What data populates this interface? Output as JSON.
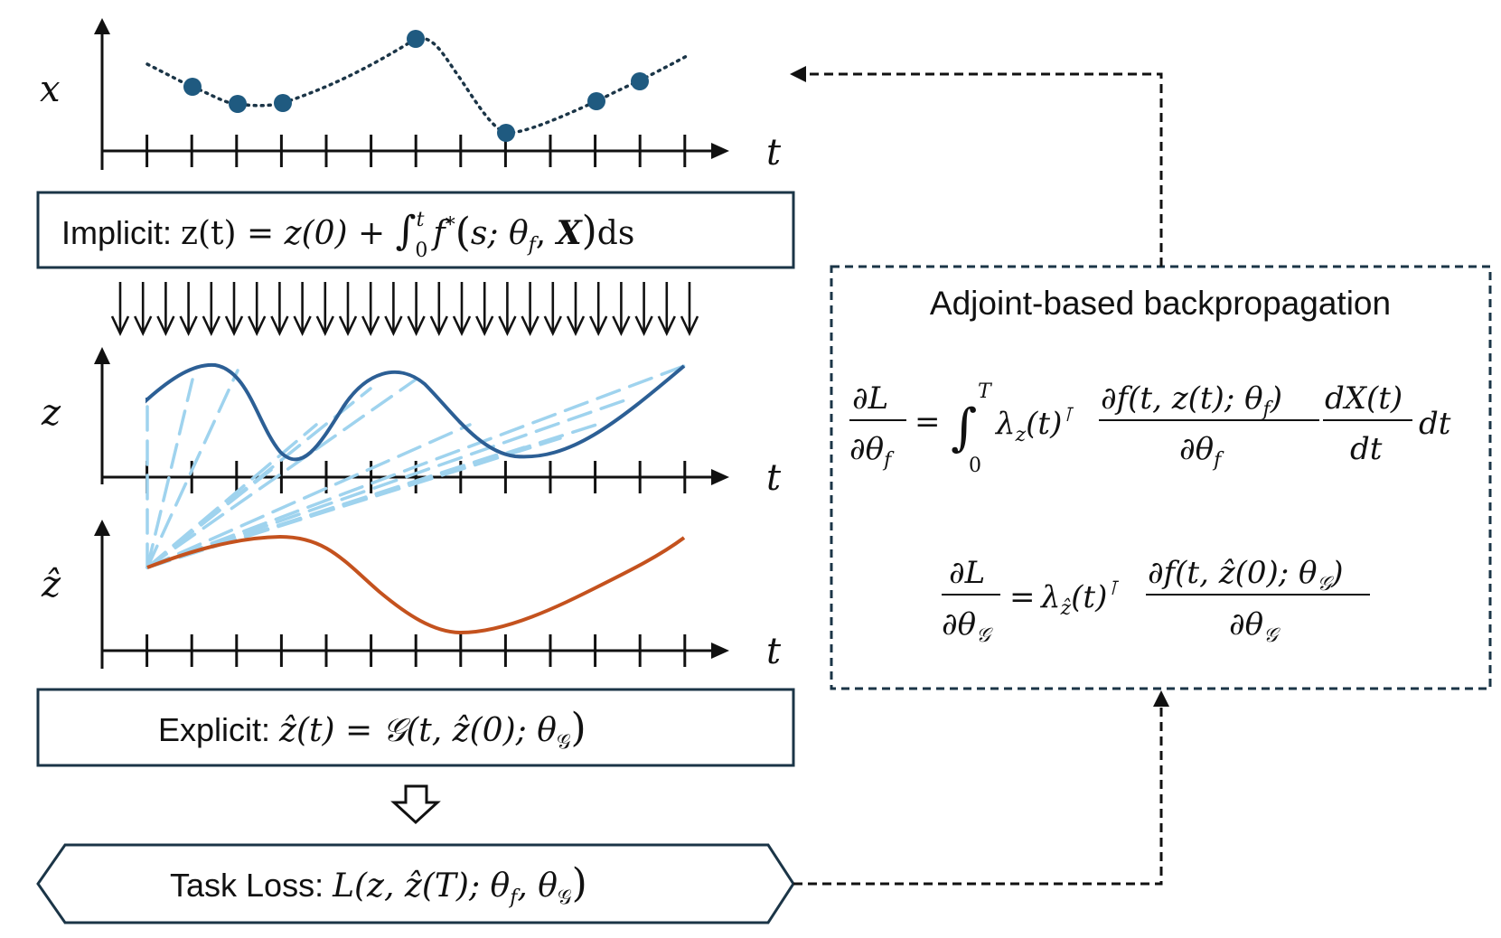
{
  "colors": {
    "box_stroke": "#1b3547",
    "dot_fill": "#1f5a80",
    "dotted_curve": "#1b3547",
    "z_curve": "#2c5f95",
    "z_hat_curve": "#c4521e",
    "dashed_light": "#9fd3ee",
    "axis": "#111111"
  },
  "plots": {
    "x": {
      "y_label": "x",
      "x_label": "t"
    },
    "z": {
      "y_label": "z",
      "x_label": "t"
    },
    "z_hat": {
      "y_label": "ẑ",
      "x_label": "t"
    }
  },
  "implicit_box": {
    "prefix": "Implicit: ",
    "lhs": "z(t) =",
    "rhs_a": "z(0) + ",
    "integral": "∫",
    "upper": "t",
    "lower": "0",
    "integrand_f": "f",
    "star": "*",
    "paren_open": "(",
    "args_s": "s; ",
    "theta": "θ",
    "theta_sub": "f",
    "comma": ", ",
    "bold_x": "X",
    "paren_close": ")",
    "ds": "ds"
  },
  "explicit_box": {
    "prefix": "Explicit: ",
    "lhs": "ẑ(t) = ",
    "func": "𝒢",
    "args": "(t, ẑ(0); θ",
    "theta_sub": "𝒢",
    "close": ")"
  },
  "loss_box": {
    "prefix": "Task Loss: ",
    "func": "L",
    "args": "(z, ẑ(T); θ",
    "sub_f": "f",
    "mid": ", θ",
    "sub_g": "𝒢",
    "close": ")"
  },
  "adjoint_box": {
    "title": "Adjoint-based backpropagation",
    "eq1": {
      "num": "∂L",
      "den": "∂θ",
      "den_sub": "f",
      "equals": "=",
      "integral": "∫",
      "upper": "T",
      "lower": "0",
      "lambda": "λ",
      "lambda_sub": "z",
      "lambda_arg": "(t)",
      "transpose": "⊺",
      "frac2_num": "∂f(t, z(t); θ",
      "frac2_num_sub": "f",
      "frac2_num_close": ")",
      "frac2_den": "∂θ",
      "frac2_den_sub": "f",
      "frac3_num": "dX(t)",
      "frac3_den": "dt",
      "dt": "dt"
    },
    "eq2": {
      "num": "∂L",
      "den": "∂θ",
      "den_sub": "𝒢",
      "equals": "=",
      "lambda": "λ",
      "lambda_sub": "ẑ",
      "lambda_arg": "(t)",
      "transpose": "⊺",
      "frac2_num": "∂f(t, ẑ(0); θ",
      "frac2_num_sub": "𝒢",
      "frac2_num_close": ")",
      "frac2_den": "∂θ",
      "frac2_den_sub": "𝒢"
    }
  }
}
